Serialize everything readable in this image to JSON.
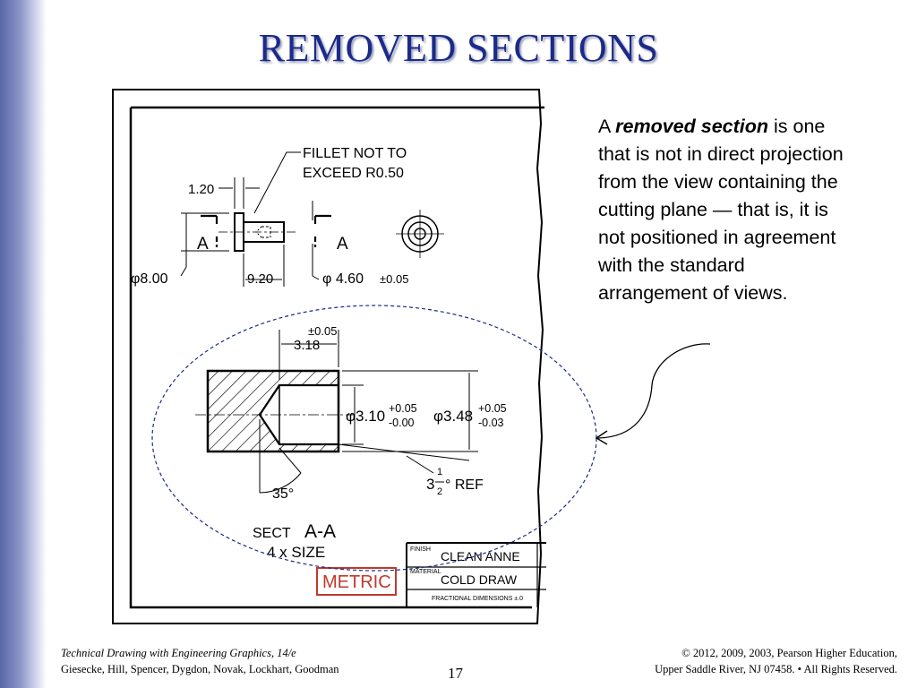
{
  "slide": {
    "title": "REMOVED SECTIONS",
    "body": {
      "prefix": "A ",
      "term": "removed section",
      "rest": " is one that is not in direct projection from the view containing the cutting plane — that is, it is not positioned in agreement with the standard arrangement of views."
    },
    "page_number": "17"
  },
  "footer": {
    "book_title": "Technical Drawing with Engineering Graphics, 14/e",
    "authors": "Giesecke, Hill, Spencer, Dygdon, Novak, Lockhart, Goodman",
    "copyright": "© 2012, 2009, 2003, Pearson Higher Education,",
    "rights": "Upper Saddle River, NJ 07458. • All Rights Reserved."
  },
  "drawing": {
    "fillet_note_1": "FILLET NOT TO",
    "fillet_note_2": "EXCEED R0.50",
    "dim_120": "1.20",
    "label_a_left": "A",
    "label_a_right": "A",
    "dim_dia800": "φ8.00",
    "dim_920": "9.20",
    "dim_dia460": "φ 4.60",
    "dim_tol005": "±0.05",
    "dim_tol_top": "±0.05",
    "dim_318": "3.18",
    "dim_dia310": "φ3.10",
    "tol_310_plus": "+0.05",
    "tol_310_minus": "-0.00",
    "dim_dia348": "φ3.48",
    "tol_348_plus": "+0.05",
    "tol_348_minus": "-0.03",
    "angle_ref_num": "3",
    "angle_ref_frac_top": "1",
    "angle_ref_frac_bot": "2",
    "angle_ref_suffix": "° REF",
    "angle_35": "35°",
    "sect_label": "SECT",
    "sect_id": "A-A",
    "scale_label": "4 x SIZE",
    "metric_stamp": "METRIC",
    "tb_finish_label": "FINISH",
    "tb_finish_value": "CLEAN ANNE",
    "tb_material_label": "MATERIAL",
    "tb_material_value": "COLD DRAW",
    "tb_fraction_note": "FRACTIONAL DIMENSIONS ±.0"
  },
  "colors": {
    "title": "#1c2a8a",
    "metric_stamp": "#c0392b",
    "callout_ellipse": "#1c2a8a"
  }
}
